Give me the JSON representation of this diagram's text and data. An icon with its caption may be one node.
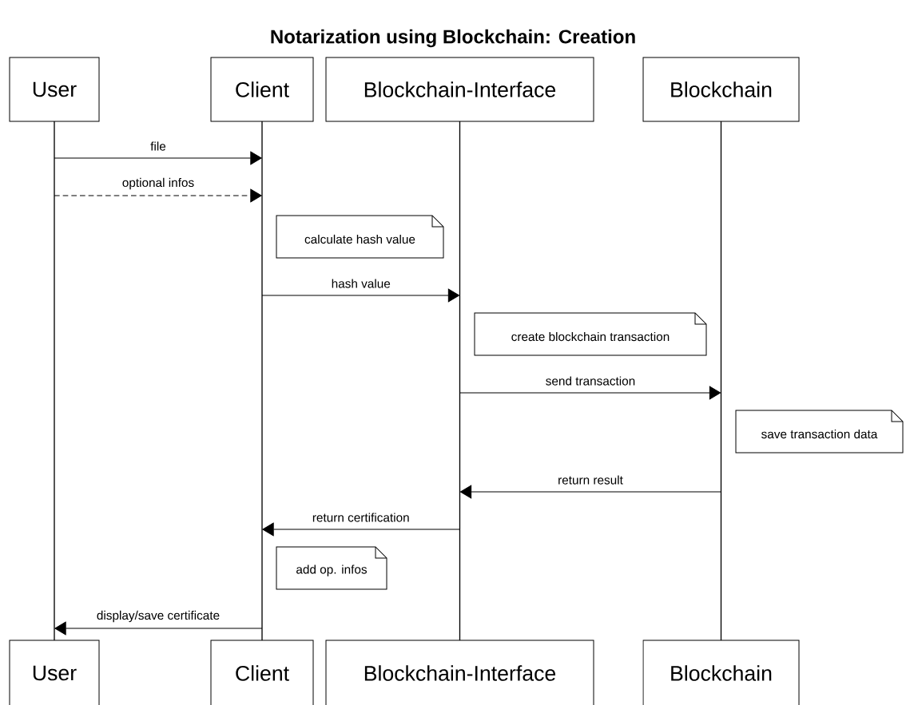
{
  "diagram": {
    "title": "Notarization using Blockchain: Creation",
    "nodes": [
      {
        "text": [
          "User"
        ]
      },
      {
        "text": [
          "Client"
        ]
      },
      {
        "text": [
          "Blockchain-Interface"
        ]
      },
      {
        "text": [
          "Blockchain"
        ]
      },
      {
        "text": [
          "User"
        ]
      },
      {
        "text": [
          "Client"
        ]
      },
      {
        "text": [
          "Blockchain-Interface"
        ]
      },
      {
        "text": [
          "Blockchain"
        ]
      },
      {
        "text": [
          "calculate hash value"
        ]
      },
      {
        "text": [
          "create blockchain transaction"
        ]
      },
      {
        "text": [
          "save transaction data"
        ]
      },
      {
        "text": [
          "add op. infos"
        ]
      },
      {
        "text": [],
        "shape": "bar"
      },
      {
        "text": [],
        "shape": "bar"
      },
      {
        "text": [],
        "shape": "bar"
      },
      {
        "text": [],
        "shape": "bar"
      }
    ],
    "edges": [
      {
        "from": 12,
        "to": 13,
        "arrow": "to",
        "label": "file"
      },
      {
        "from": 12,
        "to": 13,
        "arrow": "to",
        "label": "optional infos",
        "style": "dashed"
      },
      {
        "from": 13,
        "to": 14,
        "arrow": "to",
        "label": "hash value"
      },
      {
        "from": 14,
        "to": 15,
        "arrow": "to",
        "label": "send transaction"
      },
      {
        "from": 15,
        "to": 14,
        "arrow": "to",
        "label": "return result"
      },
      {
        "from": 14,
        "to": 13,
        "arrow": "to",
        "label": "return certification"
      },
      {
        "from": 13,
        "to": 12,
        "arrow": "to",
        "label": "display/save certificate"
      }
    ]
  }
}
